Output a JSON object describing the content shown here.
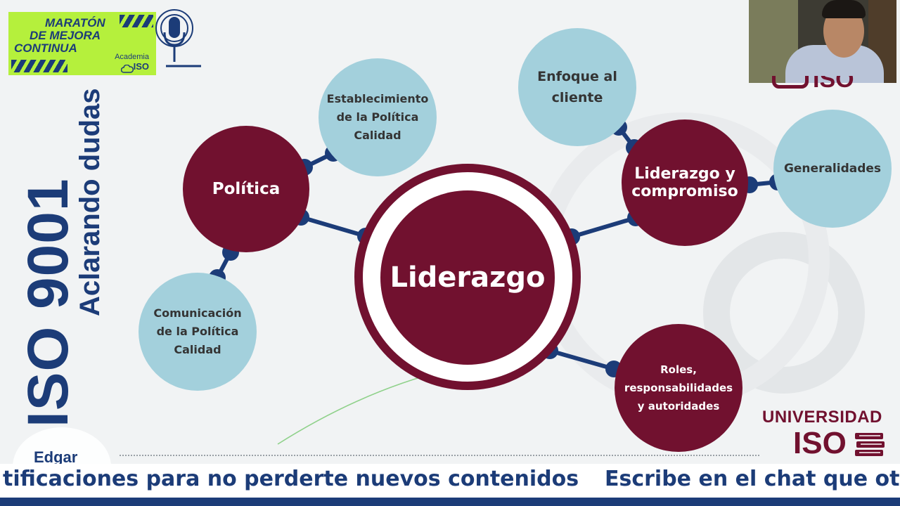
{
  "event_badge": {
    "line1": "MARATÓN",
    "line2": "DE MEJORA",
    "line3": "CONTINUA",
    "brand_line1": "Academia",
    "brand_line2": "ISO"
  },
  "side_title": {
    "main": "ISO 9001",
    "sub": "Aclarando dudas"
  },
  "mindmap": {
    "center": "Liderazgo",
    "politica": "Política",
    "establecimiento": "Establecimiento de la Política Calidad",
    "comunicacion": "Comunicación de la Política Calidad",
    "enfoque": "Enfoque al cliente",
    "liderazgo_compromiso": "Liderazgo y compromiso",
    "generalidades": "Generalidades",
    "roles": "Roles, responsabilidades y autoridades"
  },
  "university_logo": {
    "line1": "UNIVERSIDAD",
    "line2": "ISO"
  },
  "presenter": {
    "name": "Edgar",
    "webcam_brand": "ISO"
  },
  "ticker": {
    "left": "tificaciones para no perderte nuevos contenidos",
    "right": "Escribe en el chat que otro"
  },
  "colors": {
    "maroon": "#71112f",
    "teal": "#a3d0dc",
    "navy": "#1c3c78",
    "badge_green": "#b5f03c"
  },
  "icons": [
    "microphone-icon",
    "cloud-icon",
    "books-icon"
  ]
}
